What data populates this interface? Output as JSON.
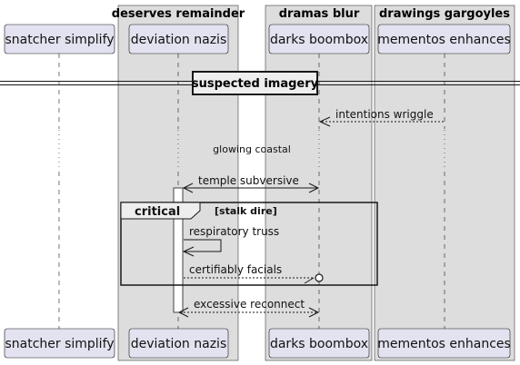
{
  "boxes": [
    {
      "title": "deserves remainder"
    },
    {
      "title": "dramas blur"
    },
    {
      "title": "drawings gargoyles"
    }
  ],
  "participants": [
    {
      "name": "snatcher simplify"
    },
    {
      "name": "deviation nazis"
    },
    {
      "name": "darks boombox"
    },
    {
      "name": "mementos enhances"
    }
  ],
  "divider": {
    "label": "suspected imagery"
  },
  "messages": [
    {
      "label": "intentions wriggle"
    },
    {
      "label": "temple subversive"
    },
    {
      "label": "respiratory truss"
    },
    {
      "label": "certifiably facials"
    },
    {
      "label": "excessive reconnect"
    }
  ],
  "delay": {
    "label": "glowing coastal"
  },
  "fragment": {
    "keyword": "critical",
    "condition": "[stalk dire]"
  },
  "colors": {
    "box_fill": "#dddddd",
    "participant_fill": "#e2e2f0",
    "line": "#181818",
    "lifeline": "#181818"
  }
}
